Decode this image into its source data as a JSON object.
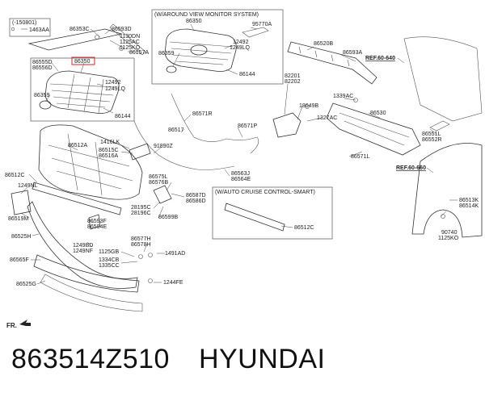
{
  "caption": {
    "part_number": "863514Z510",
    "brand": "HYUNDAI"
  },
  "diagram": {
    "boxes": {
      "date_note": "(-150801)",
      "around_view": "(W/AROUND VIEW MONITOR SYSTEM)",
      "cruise": "(W/AUTO CRUISE CONTROL-SMART)"
    },
    "refs": {
      "ref1": "REF.60-640",
      "ref2": "REF.60-660"
    },
    "direction": "FR.",
    "labels": {
      "l1463AA": "1463AA",
      "l86353C": "86353C",
      "l86593D": "86593D",
      "l1130DN": "1130DN",
      "l1125AC_a": "1125AC",
      "l1125KQ": "1125KQ",
      "l86157A": "86157A",
      "l86555D": "86555D",
      "l86556D": "86556D",
      "l86350": "86350",
      "l12492_a": "12492",
      "l1249LQ_a": "1249LQ",
      "l86359_a": "86359",
      "l86144_a": "86144",
      "l86350_b": "86350",
      "l95770A": "95770A",
      "l12492_b": "12492",
      "l1249LQ_b": "1249LQ",
      "l86359_b": "86359",
      "l86144_b": "86144",
      "l86520B": "86520B",
      "l86593A": "86593A",
      "l82201": "82201",
      "l82202": "82202",
      "l1339AC": "1339AC",
      "l18649B": "18649B",
      "l86530": "86530",
      "l1327AC": "1327AC",
      "l86571R": "86571R",
      "l86517": "86517",
      "l86571P": "86571P",
      "l86571L": "86571L",
      "l86551L": "86551L",
      "l86552R": "86552R",
      "l86512A": "86512A",
      "l1416LK": "1416LK",
      "l86515C": "86515C",
      "l86516A": "86516A",
      "l91890Z": "91890Z",
      "l86512C": "86512C",
      "l1249NL": "1249NL",
      "l86575L": "86575L",
      "l86576B": "86576B",
      "l86563J": "86563J",
      "l86564E": "86564E",
      "l86587D": "86587D",
      "l86586D": "86586D",
      "l28195C": "28195C",
      "l28196C": "28196C",
      "l86599B": "86599B",
      "l86512C_b": "86512C",
      "l86519M": "86519M",
      "l86593F": "86593F",
      "l86594E": "86594E",
      "l86525H": "86525H",
      "l1249BD": "1249BD",
      "l1249NF": "1249NF",
      "l1125GB": "1125GB",
      "l86577H": "86577H",
      "l86578H": "86578H",
      "l1491AD": "1491AD",
      "l86565F": "86565F",
      "l1334CB": "1334CB",
      "l1335CC": "1335CC",
      "l86525G": "86525G",
      "l1244FE": "1244FE",
      "l86513K": "86513K",
      "l86514K": "86514K",
      "l90740": "90740",
      "l1125KO": "1125KO"
    }
  }
}
